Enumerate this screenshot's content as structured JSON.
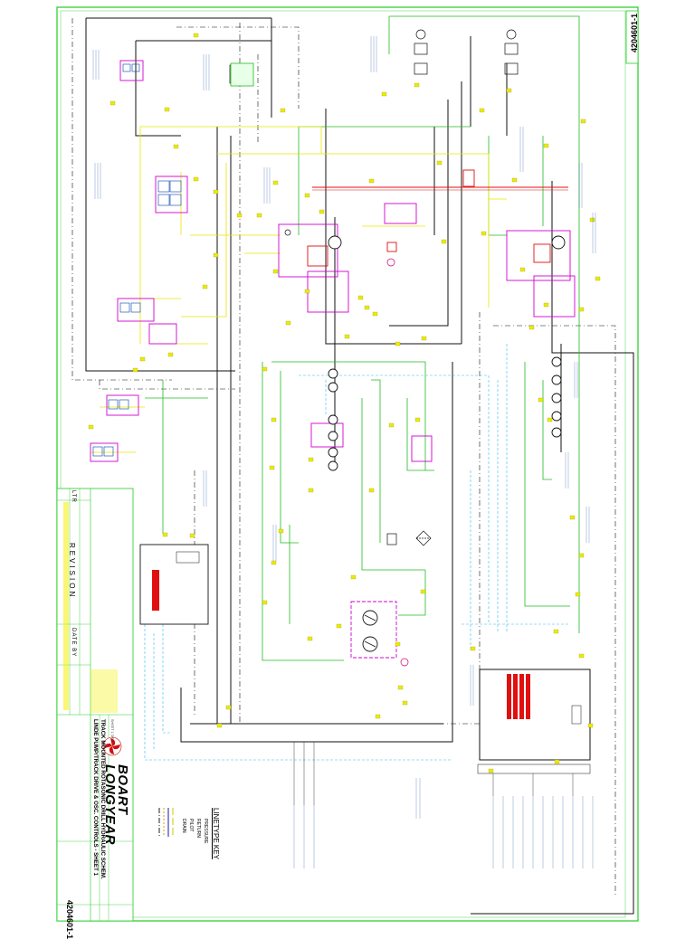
{
  "drawing": {
    "doc_number": "4204601-1",
    "company": {
      "name_line1": "BOART",
      "name_line2": "LONGYEAR"
    },
    "title_lines": [
      "TRACK MOUNTED ROTASONIC DRILL HYDRAULIC SCHEM.",
      "LINDE PUMP/TRACK DRIVE & OSC. CONTROLS - SHEET 1"
    ],
    "sheet": "SHEET 1 OF 3",
    "revision_label": "REVISION",
    "date_by_label": "DATE BY",
    "ltr_label": "LTR"
  },
  "linetype_key": {
    "title": "LINETYPE KEY",
    "items": [
      {
        "label": "PRESSURE",
        "color": "#c8c800"
      },
      {
        "label": "RETURN",
        "color": "#1a1aa0"
      },
      {
        "label": "PILOT",
        "color": "#d4a000"
      },
      {
        "label": "DRAIN",
        "color": "#222222"
      }
    ]
  },
  "colors": {
    "pressure_yellow": "#e8e600",
    "pilot_green": "#22bb22",
    "return_dark": "#111111",
    "case_drain_cyan": "#33bbee",
    "component_magenta": "#d000d0",
    "reservoir_red": "#e01010",
    "callout_yellow": "#ecec00",
    "border_green": "#22cc22",
    "note_text_blue": "#0a2a7a"
  },
  "icons": [
    "boart-longyear-logo-icon",
    "pressure-gauge-icon",
    "pump-icon",
    "motor-icon",
    "valve-icon",
    "filter-icon",
    "reservoir-icon",
    "check-valve-icon"
  ]
}
